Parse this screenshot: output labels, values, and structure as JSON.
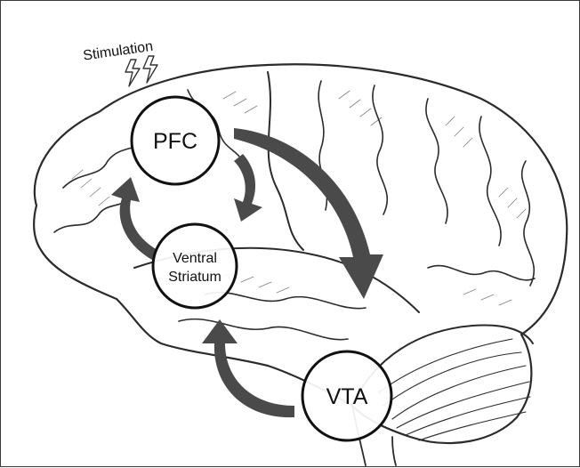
{
  "annotation": {
    "stimulation": "Stimulation"
  },
  "nodes": {
    "pfc": "PFC",
    "ventral_striatum_line1": "Ventral",
    "ventral_striatum_line2": "Striatum",
    "vta": "VTA"
  },
  "colors": {
    "arrow": "#4a4a4a",
    "node_fill": "#ffffff",
    "node_stroke": "#111111",
    "sketch": "#2b2b2b"
  },
  "icons": [
    "lightning-bolt-icon",
    "lightning-bolt-icon"
  ]
}
